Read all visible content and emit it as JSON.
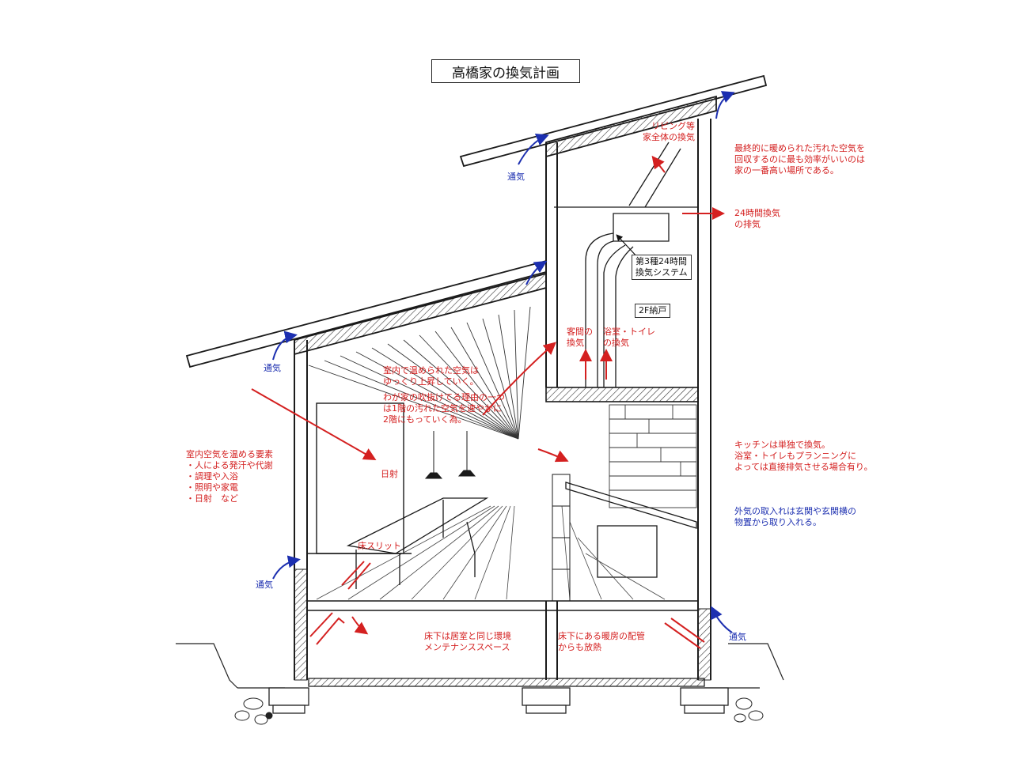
{
  "title": "高橋家の換気計画",
  "labels": {
    "living_whole": [
      "リビング等",
      "家全体の換気"
    ],
    "top_note": [
      "最終的に暖められた汚れた空気を",
      "回収するのに最も効率がいいのは",
      "家の一番高い場所である。"
    ],
    "exhaust_24h": [
      "24時間換気",
      "の排気"
    ],
    "system": [
      "第3種24時間",
      "換気システム"
    ],
    "storage_2f": "2F納戸",
    "guest_vent": [
      "客間の",
      "換気"
    ],
    "bath_vent": [
      "浴室・トイレ",
      "の換気"
    ],
    "warm_rise": [
      "室内で温められた空気は",
      "ゆっくり上昇していく。"
    ],
    "atrium_reason": [
      "わが家の吹抜けてる理由の一つ",
      "は1階の汚れた空気を速やかに",
      "2階にもっていく為。"
    ],
    "solar": "日射",
    "heat_elements": [
      "室内空気を温める要素",
      "・人による発汗や代謝",
      "・調理や入浴",
      "・照明や家電",
      "・日射　など"
    ],
    "kitchen_note": [
      "キッチンは単独で換気。",
      "浴室・トイレもプランニングに",
      "よっては直接排気させる場合有り。"
    ],
    "intake_note": [
      "外気の取入れは玄関や玄関横の",
      "物置から取り入れる。"
    ],
    "floor_slit": "床スリット",
    "underfloor": [
      "床下は居室と同じ環境",
      "メンテナンススペース"
    ],
    "heating_pipe": [
      "床下にある暖房の配管",
      "からも放熱"
    ],
    "vent_ridge_left": "通気",
    "vent_mid_left": "通気",
    "vent_low_left": "通気",
    "vent_low_right": "通気"
  },
  "colors": {
    "red": "#d42020",
    "blue": "#1c2fb0",
    "line": "#1a1a1a"
  }
}
